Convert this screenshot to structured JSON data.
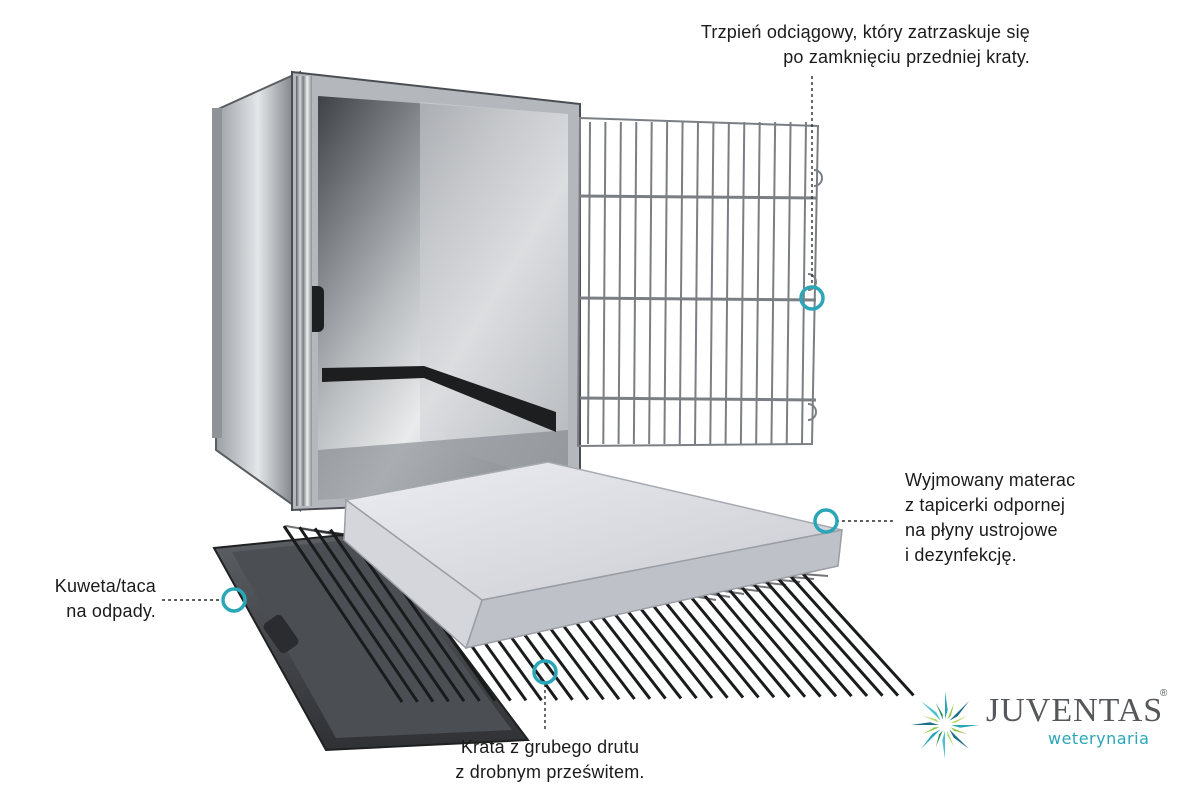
{
  "callouts": {
    "top": {
      "line1": "Trzpień odciągowy, który zatrzaskuje się",
      "line2": "po zamknięciu przedniej kraty."
    },
    "right": {
      "line1": "Wyjmowany materac",
      "line2": "z tapicerki odpornej",
      "line3": "na płyny ustrojowe",
      "line4": "i dezynfekcję."
    },
    "left": {
      "line1": "Kuweta/taca",
      "line2": "na odpady."
    },
    "bottom": {
      "line1": "Krata z grubego drutu",
      "line2": "z drobnym prześwitem."
    }
  },
  "logo": {
    "name": "JUVENTAS",
    "sub": "weterynaria",
    "reg": "®"
  },
  "colors": {
    "accent": "#2aa6b8",
    "text": "#1b1b1b",
    "logo_gray": "#56575a"
  },
  "icons": {
    "marker": "ring-marker-icon",
    "logo_mark": "star-burst-logo-icon"
  }
}
